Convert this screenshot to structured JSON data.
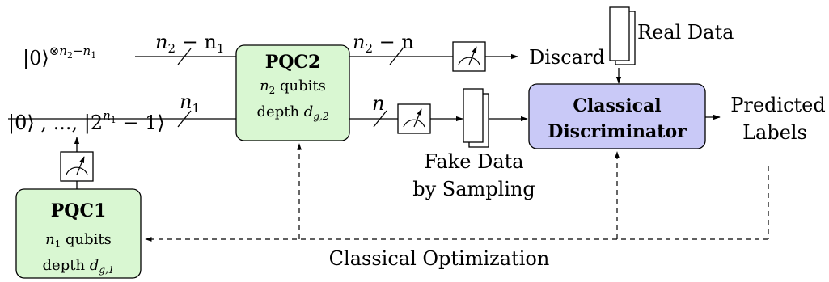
{
  "inputs": {
    "top_state": "|0⟩",
    "top_exponent": "⊗n",
    "top_exponent_sub_a": "2",
    "top_exponent_minus": "−n",
    "top_exponent_sub_b": "1",
    "bottom_state": "|0⟩ , ..., |2",
    "bottom_exponent": "n",
    "bottom_exponent_sub": "1",
    "bottom_state_tail": " − 1⟩"
  },
  "wires": {
    "top_in_n": "n",
    "top_in_sub_a": "2",
    "top_in_minus": " − n",
    "top_in_sub_b": "1",
    "bottom_in_n": "n",
    "bottom_in_sub": "1",
    "top_out_n": "n",
    "top_out_sub": "2",
    "top_out_minus": " − n",
    "bottom_out_n": "n"
  },
  "pqc2": {
    "title": "PQC2",
    "line1_var": "n",
    "line1_sub": "2",
    "line1_rest": " qubits",
    "line2_pre": "depth ",
    "line2_var": "d",
    "line2_sub": "g,2"
  },
  "pqc1": {
    "title": "PQC1",
    "line1_var": "n",
    "line1_sub": "1",
    "line1_rest": " qubits",
    "line2_pre": "depth ",
    "line2_var": "d",
    "line2_sub": "g,1"
  },
  "discriminator": {
    "line1": "Classical",
    "line2": "Discriminator"
  },
  "labels": {
    "discard": "Discard",
    "real_data": "Real Data",
    "fake_data_1": "Fake Data",
    "fake_data_2": "by Sampling",
    "predicted_1": "Predicted",
    "predicted_2": "Labels",
    "optimization": "Classical Optimization"
  },
  "colors": {
    "pqc_fill": "#d9f7d2",
    "discriminator_fill": "#c9c9f7",
    "stroke": "#000000"
  }
}
